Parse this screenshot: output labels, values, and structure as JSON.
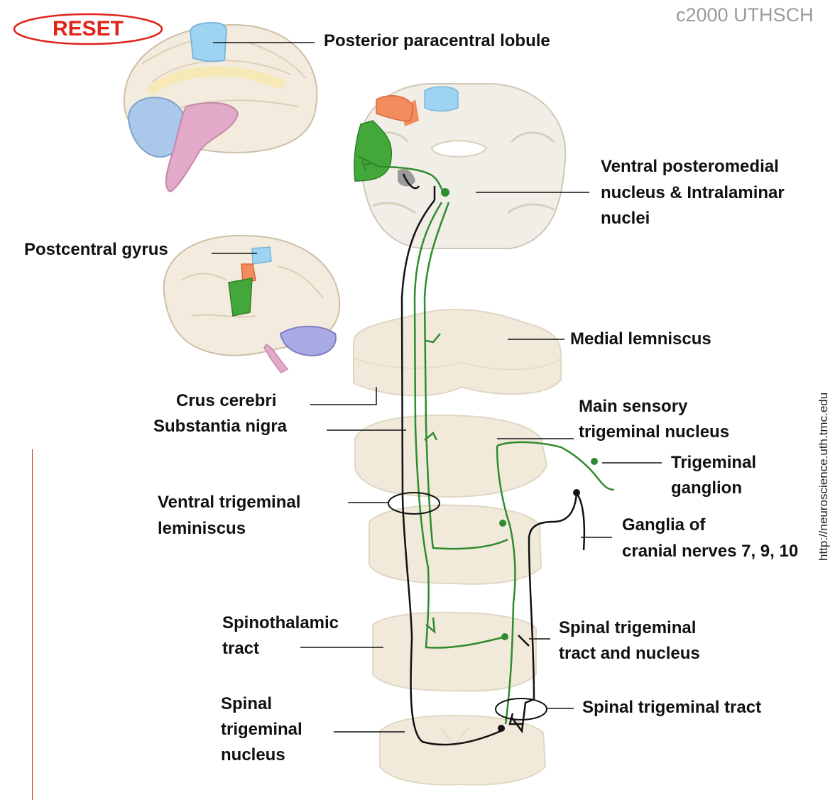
{
  "reset_label": "RESET",
  "copyright": "c2000 UTHSCH",
  "source_url": "http://neuroscience.uth.tmc.edu",
  "colors": {
    "pathway_green": "#2e8b2e",
    "pathway_black": "#111111",
    "reset_red": "#e0241b",
    "paracentral_blue": "#9fd3f2",
    "postcentral_orange": "#f28c5c",
    "postcentral_green": "#43a83a",
    "brain_tissue": "#f3ebdd",
    "cerebellum_blue": "#a9c8ea",
    "brainstem_pink": "#e2a9c9"
  },
  "labels": {
    "posterior_paracentral_lobule": "Posterior paracentral lobule",
    "vpm_line1": "Ventral posteromedial",
    "vpm_line2": "nucleus & Intralaminar",
    "vpm_line3": "nuclei",
    "postcentral_gyrus": "Postcentral gyrus",
    "medial_lemniscus": "Medial lemniscus",
    "crus_cerebri": "Crus cerebri",
    "substantia_nigra": "Substantia nigra",
    "main_sensory_line1": "Main sensory",
    "main_sensory_line2": "trigeminal nucleus",
    "trigeminal_ganglion_line1": "Trigeminal",
    "trigeminal_ganglion_line2": "ganglion",
    "ventral_trigeminal_line1": "Ventral trigeminal",
    "ventral_trigeminal_line2": "leminiscus",
    "ganglia_line1": "Ganglia of",
    "ganglia_line2": "cranial nerves 7, 9, 10",
    "spinothalamic_line1": "Spinothalamic",
    "spinothalamic_line2": "tract",
    "spinal_trig_tract_nucleus_line1": "Spinal trigeminal",
    "spinal_trig_tract_nucleus_line2": "tract and nucleus",
    "spinal_trigeminal_tract": "Spinal trigeminal tract",
    "spinal_trig_nucleus_line1": "Spinal",
    "spinal_trig_nucleus_line2": "trigeminal",
    "spinal_trig_nucleus_line3": "nucleus"
  }
}
